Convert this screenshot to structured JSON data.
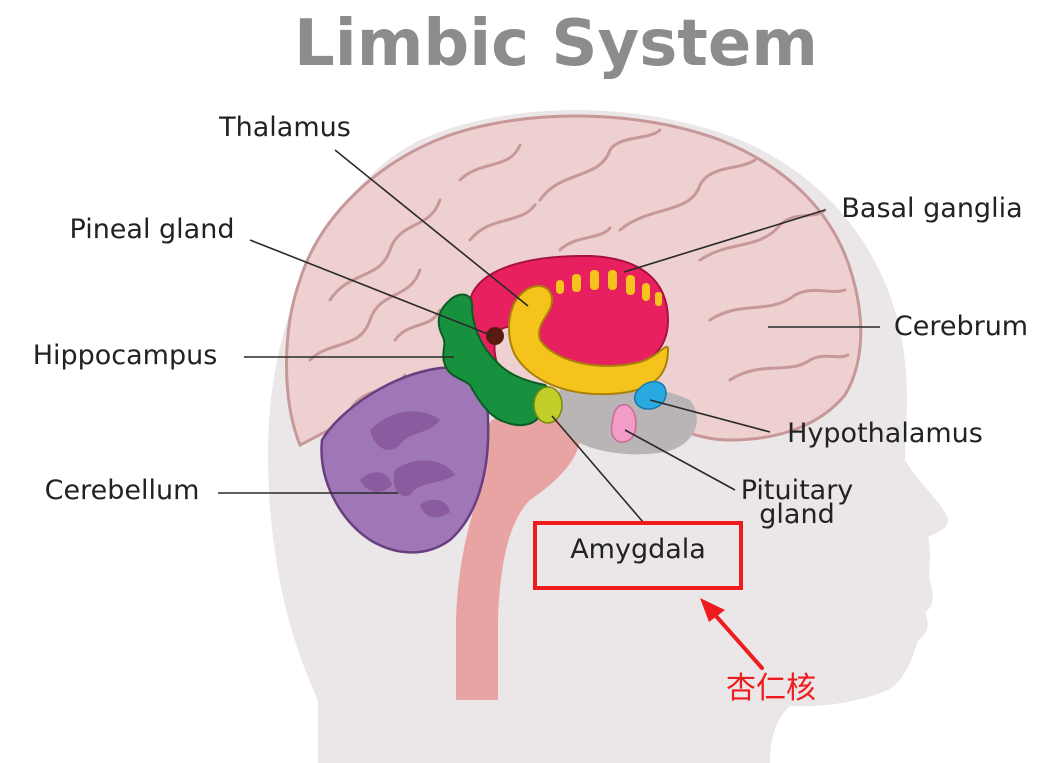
{
  "title": "Limbic System",
  "labels": {
    "thalamus": "Thalamus",
    "pineal_gland": "Pineal gland",
    "hippocampus": "Hippocampus",
    "cerebellum": "Cerebellum",
    "basal_ganglia": "Basal ganglia",
    "cerebrum": "Cerebrum",
    "hypothalamus": "Hypothalamus",
    "pituitary_line1": "Pituitary",
    "pituitary_line2": "gland",
    "amygdala": "Amygdala"
  },
  "annotation": {
    "text": "杏仁核",
    "color": "#ee1c1c"
  },
  "colors": {
    "head": "#ebe6e8",
    "cerebrum": "#efd0d0",
    "cerebrum_outline": "#c79898",
    "cerebellum": "#a077b6",
    "cerebellum_inner": "#8a5c9f",
    "brainstem": "#e8a3a3",
    "basal_ganglia": "#e8205f",
    "thalamus": "#f6c21c",
    "hippocampus": "#17913d",
    "pineal": "#5a1a10",
    "amygdala": "#c2cf2a",
    "hypothalamus": "#2aa8e0",
    "pituitary": "#f29dc7",
    "hypothalamus_region": "#b9b5b6"
  }
}
